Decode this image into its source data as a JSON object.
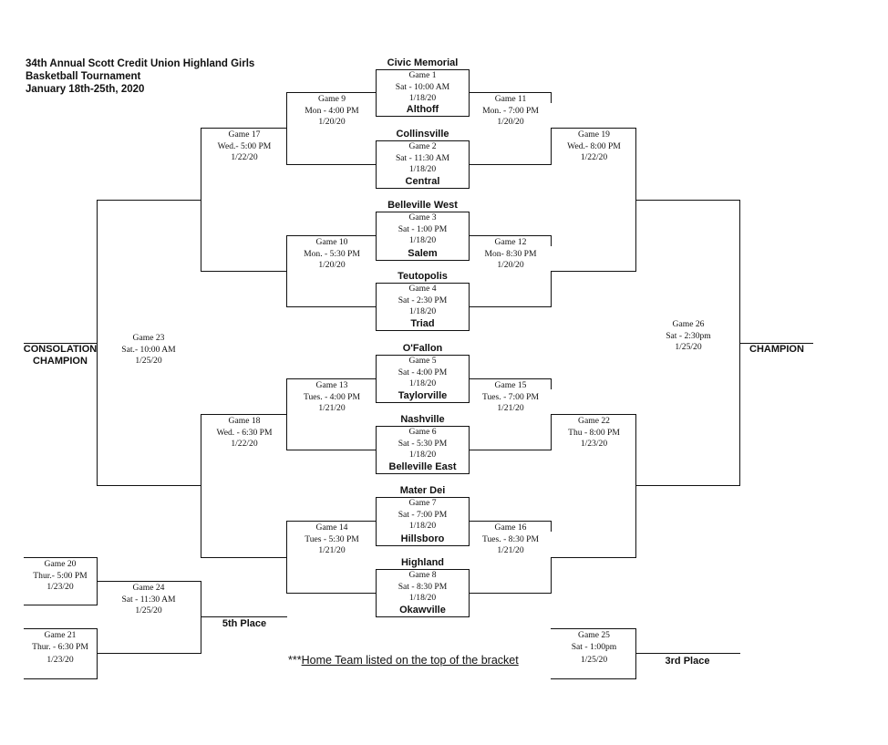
{
  "title": [
    "34th Annual Scott Credit Union Highland Girls",
    "Basketball Tournament",
    "January 18th-25th, 2020"
  ],
  "teams": [
    "Civic Memorial",
    "Althoff",
    "Collinsville",
    "Central",
    "Belleville West",
    "Salem",
    "Teutopolis",
    "Triad",
    "O'Fallon",
    "Taylorville",
    "Nashville",
    "Belleville East",
    "Mater Dei",
    "Hillsboro",
    "Highland",
    "Okawville"
  ],
  "games": {
    "g1": [
      "Game 1",
      "Sat - 10:00 AM",
      "1/18/20"
    ],
    "g2": [
      "Game 2",
      "Sat - 11:30 AM",
      "1/18/20"
    ],
    "g3": [
      "Game 3",
      "Sat - 1:00 PM",
      "1/18/20"
    ],
    "g4": [
      "Game 4",
      "Sat - 2:30 PM",
      "1/18/20"
    ],
    "g5": [
      "Game 5",
      "Sat - 4:00 PM",
      "1/18/20"
    ],
    "g6": [
      "Game 6",
      "Sat - 5:30 PM",
      "1/18/20"
    ],
    "g7": [
      "Game 7",
      "Sat - 7:00 PM",
      "1/18/20"
    ],
    "g8": [
      "Game 8",
      "Sat - 8:30 PM",
      "1/18/20"
    ],
    "g9": [
      "Game 9",
      "Mon - 4:00 PM",
      "1/20/20"
    ],
    "g10": [
      "Game 10",
      "Mon. - 5:30 PM",
      "1/20/20"
    ],
    "g11": [
      "Game 11",
      "Mon. - 7:00 PM",
      "1/20/20"
    ],
    "g12": [
      "Game 12",
      "Mon- 8:30 PM",
      "1/20/20"
    ],
    "g13": [
      "Game 13",
      "Tues. - 4:00 PM",
      "1/21/20"
    ],
    "g14": [
      "Game 14",
      "Tues - 5:30 PM",
      "1/21/20"
    ],
    "g15": [
      "Game 15",
      "Tues. - 7:00 PM",
      "1/21/20"
    ],
    "g16": [
      "Game 16",
      "Tues. - 8:30 PM",
      "1/21/20"
    ],
    "g17": [
      "Game 17",
      "Wed.- 5:00 PM",
      "1/22/20"
    ],
    "g18": [
      "Game 18",
      "Wed. - 6:30 PM",
      "1/22/20"
    ],
    "g19": [
      "Game 19",
      "Wed.- 8:00 PM",
      "1/22/20"
    ],
    "g20": [
      "Game 20",
      "Thur.- 5:00 PM",
      "1/23/20"
    ],
    "g21": [
      "Game 21",
      "Thur. - 6:30 PM",
      "1/23/20"
    ],
    "g22": [
      "Game 22",
      "Thu - 8:00 PM",
      "1/23/20"
    ],
    "g23": [
      "Game 23",
      "Sat.- 10:00 AM",
      "1/25/20"
    ],
    "g24": [
      "Game 24",
      "Sat - 11:30 AM",
      "1/25/20"
    ],
    "g25": [
      "Game 25",
      "Sat - 1:00pm",
      "1/25/20"
    ],
    "g26": [
      "Game 26",
      "Sat - 2:30pm",
      "1/25/20"
    ]
  },
  "labels": {
    "consolation": [
      "CONSOLATION",
      "CHAMPION"
    ],
    "champion": "CHAMPION",
    "fifth": "5th Place",
    "third": "3rd Place"
  },
  "note": {
    "stars": "***",
    "text": "Home Team listed on the top of the bracket"
  }
}
